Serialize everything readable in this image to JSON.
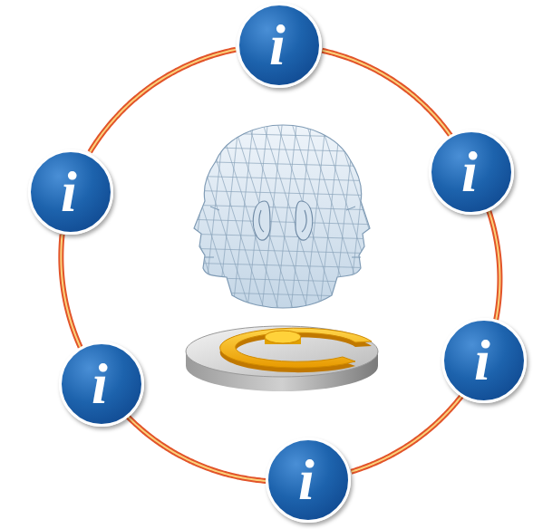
{
  "diagram": {
    "nodes": [
      {
        "text": [
          "i"
        ]
      },
      {
        "text": [
          "i"
        ]
      },
      {
        "text": [
          "i"
        ]
      },
      {
        "text": [
          "i"
        ]
      },
      {
        "text": [
          "i"
        ]
      },
      {
        "text": [
          "i"
        ]
      }
    ],
    "edges": [
      {
        "from": 0,
        "to": 1,
        "arrow": "none"
      },
      {
        "from": 1,
        "to": 2,
        "arrow": "none"
      },
      {
        "from": 2,
        "to": 3,
        "arrow": "none"
      },
      {
        "from": 3,
        "to": 4,
        "arrow": "none"
      },
      {
        "from": 4,
        "to": 5,
        "arrow": "none"
      },
      {
        "from": 5,
        "to": 0,
        "arrow": "none"
      }
    ]
  }
}
